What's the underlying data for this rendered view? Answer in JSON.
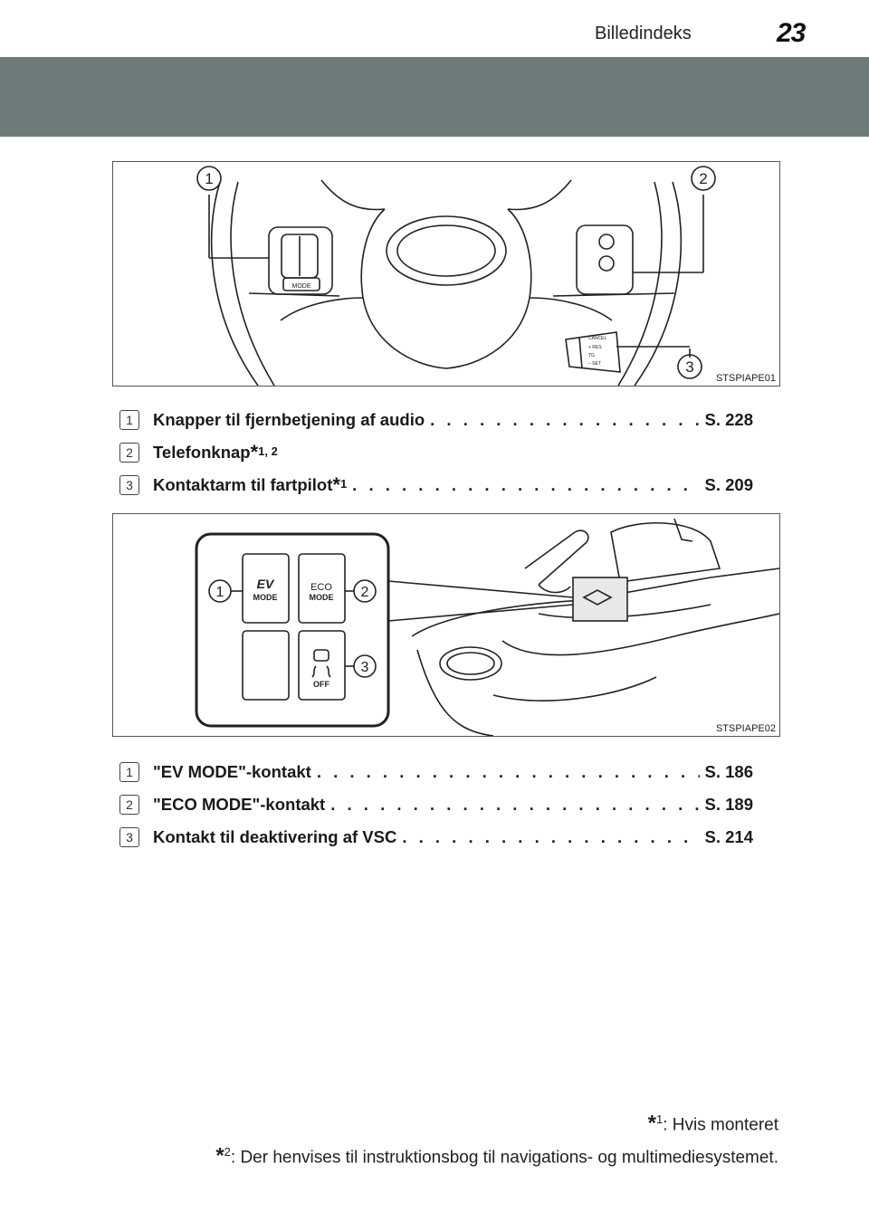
{
  "header": {
    "section_title": "Billedindeks",
    "page_number": "23"
  },
  "figure1": {
    "code": "STSPIAPE01",
    "callouts": [
      "1",
      "2",
      "3"
    ],
    "labels": {
      "mode": "MODE",
      "cancel": "CANCEL",
      "res": "+ RES",
      "tg": "TG",
      "set": "– SET"
    }
  },
  "list1": [
    {
      "num": "1",
      "label": "Knapper til fjernbetjening af audio",
      "ref": "S. 228"
    },
    {
      "num": "2",
      "label": "Telefonknap",
      "sup": "1, 2",
      "ref": ""
    },
    {
      "num": "3",
      "label": "Kontaktarm til fartpilot",
      "sup": "1",
      "ref": "S. 209"
    }
  ],
  "figure2": {
    "code": "STSPIAPE02",
    "callouts": [
      "1",
      "2",
      "3"
    ],
    "buttons": {
      "ev_top": "EV",
      "ev_bottom": "MODE",
      "eco_top": "ECO",
      "eco_bottom": "MODE",
      "vsc_bottom": "OFF"
    }
  },
  "list2": [
    {
      "num": "1",
      "label": "\"EV MODE\"-kontakt",
      "ref": "S. 186"
    },
    {
      "num": "2",
      "label": "\"ECO MODE\"-kontakt",
      "ref": "S. 189"
    },
    {
      "num": "3",
      "label": "Kontakt til deaktivering af VSC",
      "ref": "S. 214"
    }
  ],
  "footnotes": [
    {
      "mark": "*",
      "num": "1",
      "text": ": Hvis monteret"
    },
    {
      "mark": "*",
      "num": "2",
      "text": ": Der henvises til instruktionsbog til navigations- og multimediesystemet."
    }
  ]
}
